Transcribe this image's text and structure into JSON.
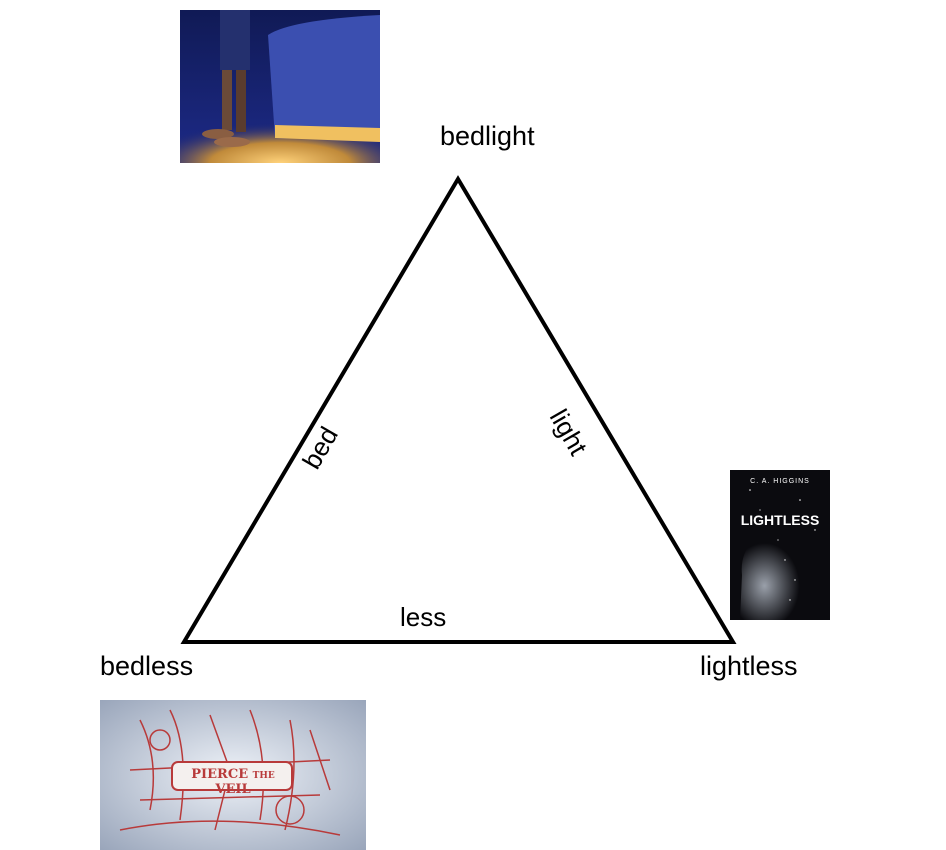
{
  "vertices": {
    "top": "bedlight",
    "left": "bedless",
    "right": "lightless"
  },
  "edges": {
    "left": "bed",
    "right": "light",
    "bottom": "less"
  },
  "images": {
    "top_photo": {
      "description_icon": "feet-by-bed-night-light-photo"
    },
    "right_photo": {
      "title": "LIGHTLESS",
      "author": "C. A. HIGGINS"
    },
    "left_photo": {
      "band_text_1": "PIERCE",
      "band_text_2": "THE",
      "band_text_3": "VEIL"
    }
  },
  "colors": {
    "line": "#000000",
    "background": "#ffffff",
    "night_blue": "#14206a",
    "sketch_red": "#b83a3a"
  }
}
